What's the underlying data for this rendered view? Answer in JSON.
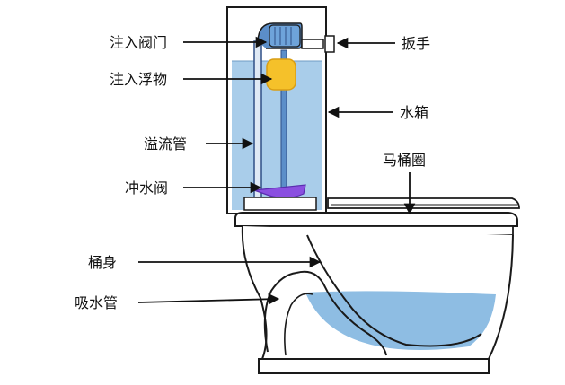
{
  "labels": {
    "fill_valve": "注入阀门",
    "float": "注入浮物",
    "overflow_tube": "溢流管",
    "flush_valve": "冲水阀",
    "trapway": "桶身",
    "siphon": "吸水管",
    "handle": "扳手",
    "tank": "水箱",
    "seat": "马桶圈"
  },
  "colors": {
    "water": "#a9cdea",
    "water_deep": "#8ebde3",
    "float": "#f5c12a",
    "flapper": "#8a4fe0",
    "fill_valve": "#5b8ec9",
    "outline": "#1a1a1a",
    "tube": "#2f4f86"
  }
}
